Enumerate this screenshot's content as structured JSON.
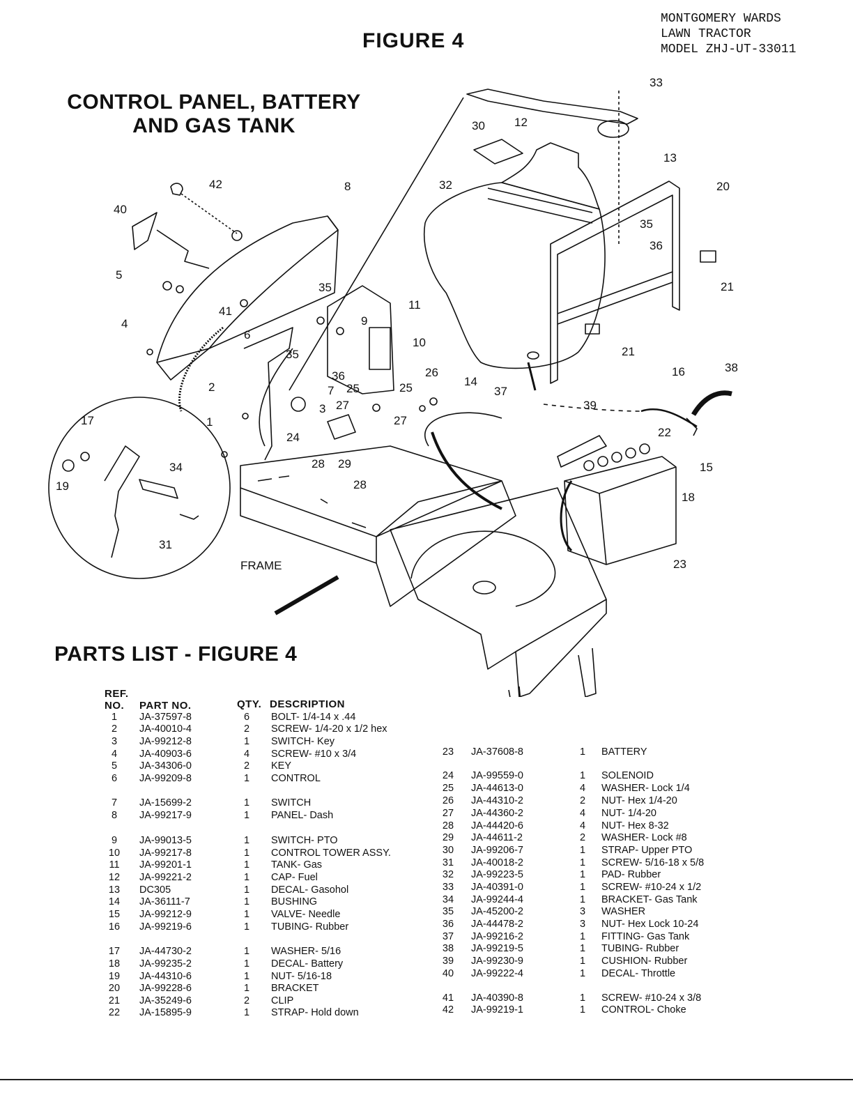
{
  "header": {
    "corner_lines": [
      "MONTGOMERY WARDS",
      "LAWN TRACTOR",
      "MODEL ZHJ-UT-33011"
    ],
    "figure_title": "FIGURE 4",
    "section_title_line1": "CONTROL PANEL, BATTERY",
    "section_title_line2": "AND GAS TANK"
  },
  "diagram": {
    "frame_label": "FRAME",
    "callouts": [
      "33",
      "30",
      "12",
      "13",
      "20",
      "32",
      "8",
      "42",
      "40",
      "35",
      "36",
      "21",
      "5",
      "35",
      "11",
      "41",
      "9",
      "10",
      "4",
      "6",
      "21",
      "35",
      "36",
      "25",
      "26",
      "14",
      "37",
      "16",
      "38",
      "7",
      "25",
      "2",
      "3",
      "27",
      "39",
      "17",
      "27",
      "22",
      "34",
      "24",
      "28",
      "29",
      "15",
      "18",
      "19",
      "1",
      "28",
      "31",
      "23"
    ]
  },
  "parts_list": {
    "title": "PARTS LIST - FIGURE 4",
    "col_ref_line1": "REF.",
    "col_ref_line2": "NO.",
    "col_part": "PART NO.",
    "col_qty": "QTY.",
    "col_desc": "DESCRIPTION",
    "left_rows": [
      {
        "ref": "1",
        "part": "JA-37597-8",
        "qty": "6",
        "desc": "BOLT- 1/4-14 x .44"
      },
      {
        "ref": "2",
        "part": "JA-40010-4",
        "qty": "2",
        "desc": "SCREW- 1/4-20 x 1/2 hex"
      },
      {
        "ref": "3",
        "part": "JA-99212-8",
        "qty": "1",
        "desc": "SWITCH- Key"
      },
      {
        "ref": "4",
        "part": "JA-40903-6",
        "qty": "4",
        "desc": "SCREW- #10 x 3/4"
      },
      {
        "ref": "5",
        "part": "JA-34306-0",
        "qty": "2",
        "desc": "KEY"
      },
      {
        "ref": "6",
        "part": "JA-99209-8",
        "qty": "1",
        "desc": "CONTROL"
      },
      {
        "ref": "7",
        "part": "JA-15699-2",
        "qty": "1",
        "desc": "SWITCH"
      },
      {
        "ref": "8",
        "part": "JA-99217-9",
        "qty": "1",
        "desc": "PANEL- Dash"
      },
      {
        "ref": "9",
        "part": "JA-99013-5",
        "qty": "1",
        "desc": "SWITCH- PTO"
      },
      {
        "ref": "10",
        "part": "JA-99217-8",
        "qty": "1",
        "desc": "CONTROL TOWER ASSY."
      },
      {
        "ref": "11",
        "part": "JA-99201-1",
        "qty": "1",
        "desc": "TANK- Gas"
      },
      {
        "ref": "12",
        "part": "JA-99221-2",
        "qty": "1",
        "desc": "CAP- Fuel"
      },
      {
        "ref": "13",
        "part": "DC305",
        "qty": "1",
        "desc": "DECAL- Gasohol"
      },
      {
        "ref": "14",
        "part": "JA-36111-7",
        "qty": "1",
        "desc": "BUSHING"
      },
      {
        "ref": "15",
        "part": "JA-99212-9",
        "qty": "1",
        "desc": "VALVE- Needle"
      },
      {
        "ref": "16",
        "part": "JA-99219-6",
        "qty": "1",
        "desc": "TUBING- Rubber"
      },
      {
        "ref": "17",
        "part": "JA-44730-2",
        "qty": "1",
        "desc": "WASHER- 5/16"
      },
      {
        "ref": "18",
        "part": "JA-99235-2",
        "qty": "1",
        "desc": "DECAL- Battery"
      },
      {
        "ref": "19",
        "part": "JA-44310-6",
        "qty": "1",
        "desc": "NUT- 5/16-18"
      },
      {
        "ref": "20",
        "part": "JA-99228-6",
        "qty": "1",
        "desc": "BRACKET"
      },
      {
        "ref": "21",
        "part": "JA-35249-6",
        "qty": "2",
        "desc": "CLIP"
      },
      {
        "ref": "22",
        "part": "JA-15895-9",
        "qty": "1",
        "desc": "STRAP- Hold down"
      }
    ],
    "right_rows": [
      {
        "ref": "23",
        "part": "JA-37608-8",
        "qty": "1",
        "desc": "BATTERY"
      },
      {
        "ref": "24",
        "part": "JA-99559-0",
        "qty": "1",
        "desc": "SOLENOID"
      },
      {
        "ref": "25",
        "part": "JA-44613-0",
        "qty": "4",
        "desc": "WASHER- Lock 1/4"
      },
      {
        "ref": "26",
        "part": "JA-44310-2",
        "qty": "2",
        "desc": "NUT- Hex 1/4-20"
      },
      {
        "ref": "27",
        "part": "JA-44360-2",
        "qty": "4",
        "desc": "NUT- 1/4-20"
      },
      {
        "ref": "28",
        "part": "JA-44420-6",
        "qty": "4",
        "desc": "NUT- Hex 8-32"
      },
      {
        "ref": "29",
        "part": "JA-44611-2",
        "qty": "2",
        "desc": "WASHER- Lock #8"
      },
      {
        "ref": "30",
        "part": "JA-99206-7",
        "qty": "1",
        "desc": "STRAP- Upper PTO"
      },
      {
        "ref": "31",
        "part": "JA-40018-2",
        "qty": "1",
        "desc": "SCREW- 5/16-18 x 5/8"
      },
      {
        "ref": "32",
        "part": "JA-99223-5",
        "qty": "1",
        "desc": "PAD- Rubber"
      },
      {
        "ref": "33",
        "part": "JA-40391-0",
        "qty": "1",
        "desc": "SCREW- #10-24 x 1/2"
      },
      {
        "ref": "34",
        "part": "JA-99244-4",
        "qty": "1",
        "desc": "BRACKET- Gas Tank"
      },
      {
        "ref": "35",
        "part": "JA-45200-2",
        "qty": "3",
        "desc": "WASHER"
      },
      {
        "ref": "36",
        "part": "JA-44478-2",
        "qty": "3",
        "desc": "NUT- Hex Lock 10-24"
      },
      {
        "ref": "37",
        "part": "JA-99216-2",
        "qty": "1",
        "desc": "FITTING- Gas Tank"
      },
      {
        "ref": "38",
        "part": "JA-99219-5",
        "qty": "1",
        "desc": "TUBING- Rubber"
      },
      {
        "ref": "39",
        "part": "JA-99230-9",
        "qty": "1",
        "desc": "CUSHION- Rubber"
      },
      {
        "ref": "40",
        "part": "JA-99222-4",
        "qty": "1",
        "desc": "DECAL- Throttle"
      },
      {
        "ref": "41",
        "part": "JA-40390-8",
        "qty": "1",
        "desc": "SCREW- #10-24 x 3/8"
      },
      {
        "ref": "42",
        "part": "JA-99219-1",
        "qty": "1",
        "desc": "CONTROL- Choke"
      }
    ]
  }
}
